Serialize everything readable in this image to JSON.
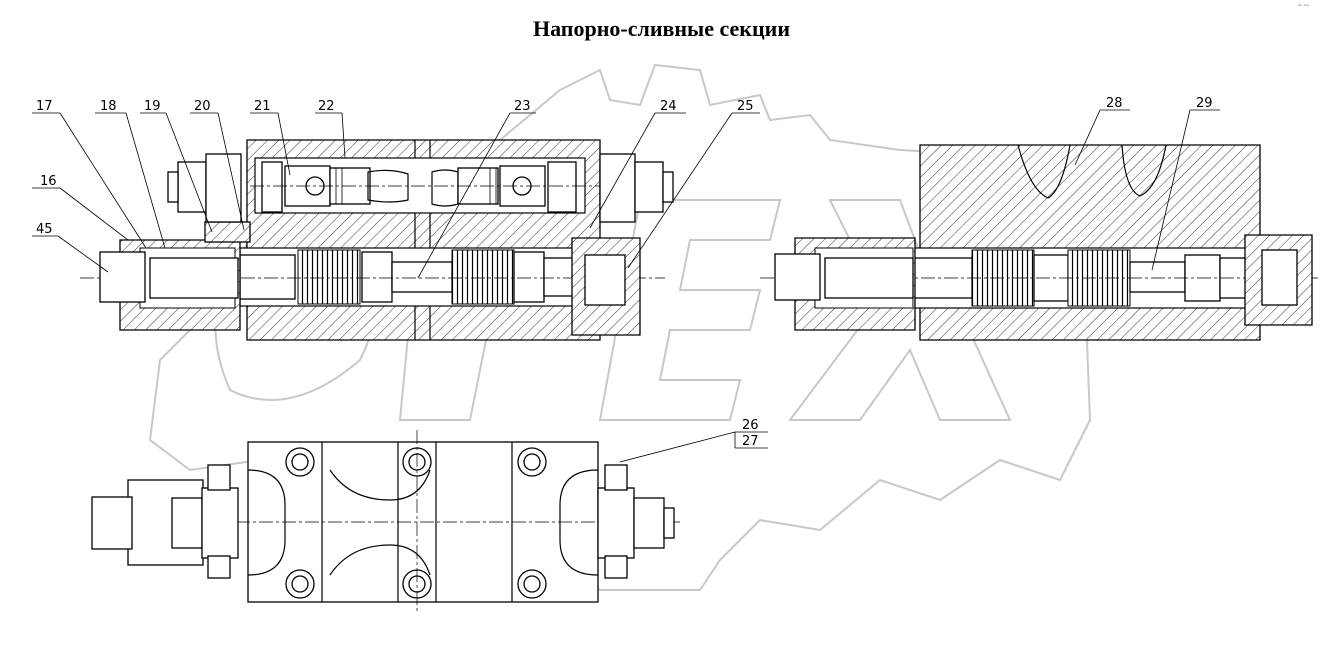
{
  "title": "Напорно-сливные секции",
  "corner_mark": "ᵃᶜ ˢˢˢ",
  "callouts": {
    "c16": "16",
    "c17": "17",
    "c18": "18",
    "c19": "19",
    "c20": "20",
    "c21": "21",
    "c22": "22",
    "c23": "23",
    "c24": "24",
    "c25": "25",
    "c26": "26",
    "c27": "27",
    "c28": "28",
    "c29": "29",
    "c45": "45"
  },
  "watermark": "OPEX"
}
